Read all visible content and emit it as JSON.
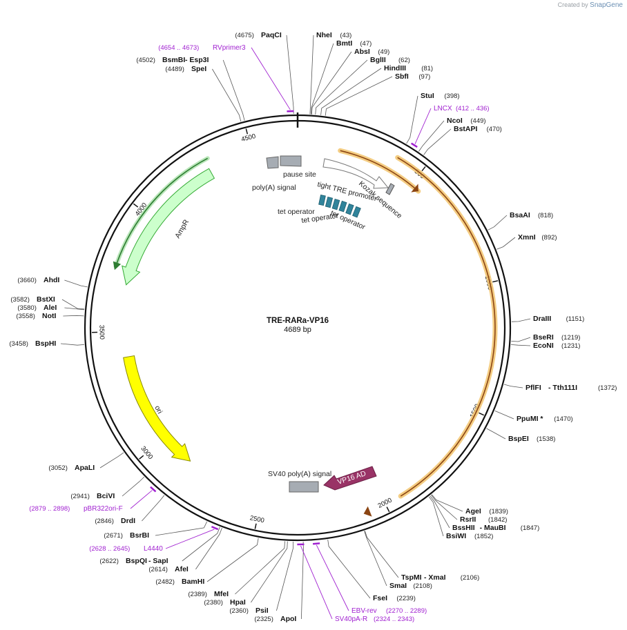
{
  "watermark": {
    "prefix": "Created by",
    "brand": "SnapGene"
  },
  "plasmid": {
    "name": "TRE-RARa-VP16",
    "length_label": "4689 bp",
    "length": 4689
  },
  "ticks": [
    {
      "bp": 500,
      "label": "500"
    },
    {
      "bp": 1000,
      "label": "1000"
    },
    {
      "bp": 1500,
      "label": "1500"
    },
    {
      "bp": 2000,
      "label": "2000"
    },
    {
      "bp": 2500,
      "label": "2500"
    },
    {
      "bp": 3000,
      "label": "3000"
    },
    {
      "bp": 3500,
      "label": "3500"
    },
    {
      "bp": 4000,
      "label": "4000"
    },
    {
      "bp": 4500,
      "label": "4500"
    }
  ],
  "sites": [
    {
      "bp": 4675,
      "name": "PaqCI",
      "pos": "(4675)",
      "side": "left"
    },
    {
      "bp": 4502,
      "name": "BsmBI",
      "name2": " - Esp3I",
      "pos": "(4502)",
      "side": "left"
    },
    {
      "bp": 4489,
      "name": "SpeI",
      "pos": "(4489)",
      "side": "left"
    },
    {
      "bp": 43,
      "name": "NheI",
      "pos": "(43)",
      "side": "right"
    },
    {
      "bp": 47,
      "name": "BmtI",
      "pos": "(47)",
      "side": "right"
    },
    {
      "bp": 49,
      "name": "AbsI",
      "pos": "(49)",
      "side": "right"
    },
    {
      "bp": 62,
      "name": "BglII",
      "pos": "(62)",
      "side": "right"
    },
    {
      "bp": 81,
      "name": "HindIII",
      "pos": "(81)",
      "side": "right"
    },
    {
      "bp": 97,
      "name": "SbfI",
      "pos": "(97)",
      "side": "right"
    },
    {
      "bp": 398,
      "name": "StuI",
      "pos": "(398)",
      "side": "right"
    },
    {
      "bp": 449,
      "name": "NcoI",
      "pos": "(449)",
      "side": "right"
    },
    {
      "bp": 470,
      "name": "BstAPI",
      "pos": "(470)",
      "side": "right"
    },
    {
      "bp": 818,
      "name": "BsaAI",
      "pos": "(818)",
      "side": "right"
    },
    {
      "bp": 892,
      "name": "XmnI",
      "pos": "(892)",
      "side": "right"
    },
    {
      "bp": 1151,
      "name": "DraIII",
      "pos": "(1151)",
      "side": "right"
    },
    {
      "bp": 1219,
      "name": "BseRI",
      "pos": "(1219)",
      "side": "right"
    },
    {
      "bp": 1231,
      "name": "EcoNI",
      "pos": "(1231)",
      "side": "right"
    },
    {
      "bp": 1372,
      "name": "PflFI",
      "name2": " - Tth111I",
      "pos": "(1372)",
      "side": "right"
    },
    {
      "bp": 1470,
      "name": "PpuMI *",
      "pos": "(1470)",
      "side": "right"
    },
    {
      "bp": 1538,
      "name": "BspEI",
      "pos": "(1538)",
      "side": "right"
    },
    {
      "bp": 1839,
      "name": "AgeI",
      "pos": "(1839)",
      "side": "right"
    },
    {
      "bp": 1842,
      "name": "RsrII",
      "pos": "(1842)",
      "side": "right"
    },
    {
      "bp": 1847,
      "name": "BssHII",
      "name2": " - MauBI",
      "pos": "(1847)",
      "side": "right"
    },
    {
      "bp": 1852,
      "name": "BsiWI",
      "pos": "(1852)",
      "side": "right"
    },
    {
      "bp": 2106,
      "name": "TspMI",
      "name2": " - XmaI",
      "pos": "(2106)",
      "side": "right"
    },
    {
      "bp": 2108,
      "name": "SmaI",
      "pos": "(2108)",
      "side": "right"
    },
    {
      "bp": 2239,
      "name": "FseI",
      "pos": "(2239)",
      "side": "right"
    },
    {
      "bp": 2325,
      "name": "ApoI",
      "pos": "(2325)",
      "side": "left"
    },
    {
      "bp": 2360,
      "name": "PsiI",
      "pos": "(2360)",
      "side": "left"
    },
    {
      "bp": 2380,
      "name": "HpaI",
      "pos": "(2380)",
      "side": "left"
    },
    {
      "bp": 2389,
      "name": "MfeI",
      "pos": "(2389)",
      "side": "left"
    },
    {
      "bp": 2482,
      "name": "BamHI",
      "pos": "(2482)",
      "side": "left"
    },
    {
      "bp": 2614,
      "name": "AfeI",
      "pos": "(2614)",
      "side": "left"
    },
    {
      "bp": 2622,
      "name": "BspQI",
      "name2": " - SapI",
      "pos": "(2622)",
      "side": "left"
    },
    {
      "bp": 2671,
      "name": "BsrBI",
      "pos": "(2671)",
      "side": "left"
    },
    {
      "bp": 2846,
      "name": "DrdI",
      "pos": "(2846)",
      "side": "left"
    },
    {
      "bp": 2941,
      "name": "BciVI",
      "pos": "(2941)",
      "side": "left"
    },
    {
      "bp": 3052,
      "name": "ApaLI",
      "pos": "(3052)",
      "side": "left"
    },
    {
      "bp": 3458,
      "name": "BspHI",
      "pos": "(3458)",
      "side": "left"
    },
    {
      "bp": 3558,
      "name": "NotI",
      "pos": "(3558)",
      "side": "left"
    },
    {
      "bp": 3580,
      "name": "AleI",
      "pos": "(3580)",
      "side": "left"
    },
    {
      "bp": 3582,
      "name": "BstXI",
      "pos": "(3582)",
      "side": "left"
    },
    {
      "bp": 3660,
      "name": "AhdI",
      "pos": "(3660)",
      "side": "left"
    }
  ],
  "primers": [
    {
      "bp": 4664,
      "name": "RVprimer3",
      "range": "(4654 .. 4673)",
      "side": "left"
    },
    {
      "bp": 424,
      "name": "LNCX",
      "range": "(412 .. 436)",
      "side": "right"
    },
    {
      "bp": 2280,
      "name": "EBV-rev",
      "range": "(2270 .. 2289)",
      "side": "right"
    },
    {
      "bp": 2334,
      "name": "SV40pA-R",
      "range": "(2324 .. 2343)",
      "side": "right"
    },
    {
      "bp": 2637,
      "name": "L4440",
      "range": "(2628 .. 2645)",
      "side": "left"
    },
    {
      "bp": 2889,
      "name": "pBR322ori-F",
      "range": "(2879 .. 2898)",
      "side": "left"
    }
  ],
  "features": {
    "ampr": {
      "label": "AmpR",
      "color": "#ccffcc",
      "outline": "#33aa33"
    },
    "ori": {
      "label": "ori",
      "color": "#ffff00"
    },
    "vp16": {
      "label": "VP16 AD",
      "color": "#993366"
    },
    "sv40": {
      "label": "SV40 poly(A) signal",
      "color": "#a6acb3"
    },
    "polya": {
      "label": "poly(A) signal",
      "color": "#a6acb3"
    },
    "pause": {
      "label": "pause site",
      "color": "#a6acb3"
    },
    "tre": {
      "label": "tight TRE promoter",
      "color": "#ffffff"
    },
    "kozak": {
      "label": "Kozak sequence",
      "color": "#a6acb3"
    },
    "tetop": {
      "labels": [
        "tet operator",
        "tet operator",
        "tet operator"
      ],
      "color": "#31849b"
    },
    "orf_color": "#f2c46d",
    "orf_core": "#8b4513",
    "ampr_arc_color": "#2e7d32"
  }
}
